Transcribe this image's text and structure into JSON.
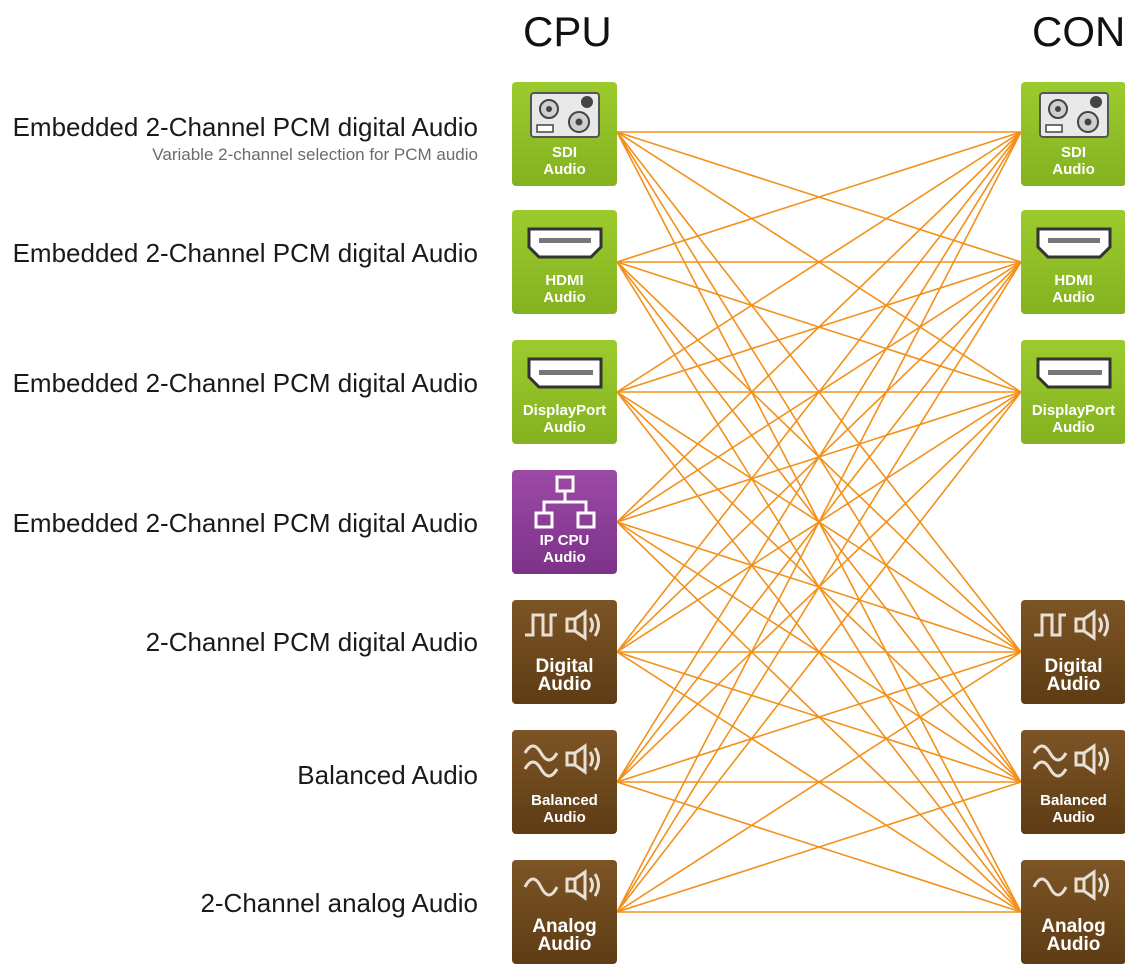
{
  "headers": {
    "cpu": "CPU",
    "con": "CON"
  },
  "rows": [
    {
      "label": "Embedded 2-Channel PCM digital Audio",
      "sub": "Variable 2-channel selection for PCM audio",
      "tile_line1": "SDI",
      "tile_line2": "Audio",
      "icon": "sdi-connector-icon",
      "color": "green",
      "con_present": true
    },
    {
      "label": "Embedded 2-Channel PCM digital Audio",
      "sub": "",
      "tile_line1": "HDMI",
      "tile_line2": "Audio",
      "icon": "hdmi-connector-icon",
      "color": "green",
      "con_present": true
    },
    {
      "label": "Embedded 2-Channel PCM digital Audio",
      "sub": "",
      "tile_line1": "DisplayPort",
      "tile_line2": "Audio",
      "icon": "displayport-connector-icon",
      "color": "green",
      "con_present": true
    },
    {
      "label": "Embedded 2-Channel PCM digital Audio",
      "sub": "",
      "tile_line1": "IP CPU",
      "tile_line2": "Audio",
      "icon": "network-icon",
      "color": "purple",
      "con_present": false
    },
    {
      "label": "2-Channel PCM digital Audio",
      "sub": "",
      "tile_line1": "Digital",
      "tile_line2": "Audio",
      "icon": "digital-audio-icon",
      "color": "brown",
      "con_present": true
    },
    {
      "label": "Balanced Audio",
      "sub": "",
      "tile_line1": "Balanced",
      "tile_line2": "Audio",
      "icon": "balanced-audio-icon",
      "color": "brown",
      "con_present": true
    },
    {
      "label": "2-Channel analog Audio",
      "sub": "",
      "tile_line1": "Analog",
      "tile_line2": "Audio",
      "icon": "analog-audio-icon",
      "color": "brown",
      "con_present": true
    }
  ],
  "colors": {
    "line": "#f39019",
    "green": "#8dbd25",
    "purple": "#8a3d96",
    "brown": "#6b4820"
  }
}
